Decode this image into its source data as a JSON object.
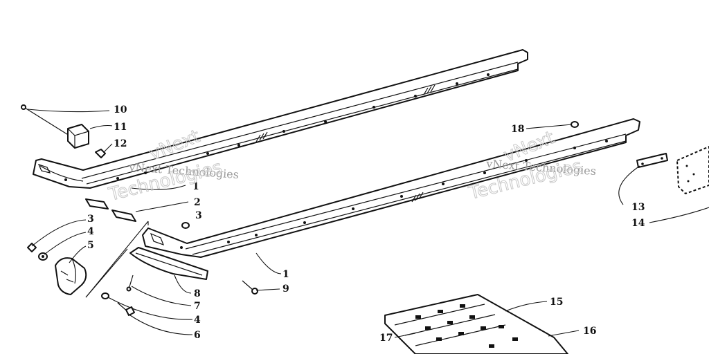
{
  "callouts": [
    {
      "label": "10"
    },
    {
      "label": "11"
    },
    {
      "label": "12"
    },
    {
      "label": "1"
    },
    {
      "label": "2"
    },
    {
      "label": "3"
    },
    {
      "label": "3"
    },
    {
      "label": "4"
    },
    {
      "label": "5"
    },
    {
      "label": "1"
    },
    {
      "label": "9"
    },
    {
      "label": "8"
    },
    {
      "label": "7"
    },
    {
      "label": "4"
    },
    {
      "label": "6"
    },
    {
      "label": "18"
    },
    {
      "label": "13"
    },
    {
      "label": "14"
    },
    {
      "label": "15"
    },
    {
      "label": "16"
    },
    {
      "label": "17"
    }
  ],
  "watermarks": [
    {
      "text": "vNext Technologies"
    },
    {
      "text": "vNext Technologies"
    },
    {
      "text": "vNext"
    },
    {
      "text": "Technologies"
    },
    {
      "text": "vNext"
    },
    {
      "text": "Technologies"
    }
  ]
}
